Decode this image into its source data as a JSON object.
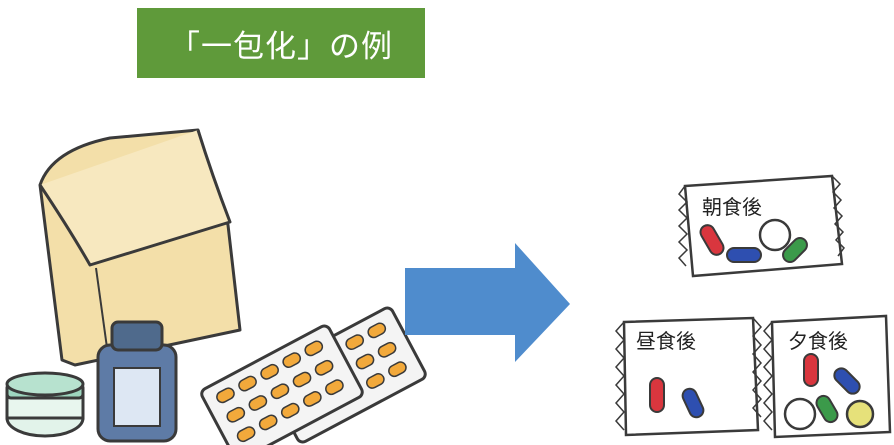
{
  "title": "「一包化」の例",
  "packets": [
    {
      "label": "朝食後"
    },
    {
      "label": "昼食後"
    },
    {
      "label": "夕食後"
    }
  ],
  "colors": {
    "title_bg": "#5f9a3a",
    "arrow": "#4f8ccd",
    "bag": "#f3dfa9",
    "bottle_cap": "#4f6a8c",
    "bottle_body": "#5e7ba6",
    "jar": "#9ed6bf",
    "capsule": "#f2a93b"
  },
  "icons": [
    "medicine-bag-icon",
    "medicine-bottle-icon",
    "ointment-jar-icon",
    "blister-pack-icon",
    "right-arrow-icon"
  ]
}
